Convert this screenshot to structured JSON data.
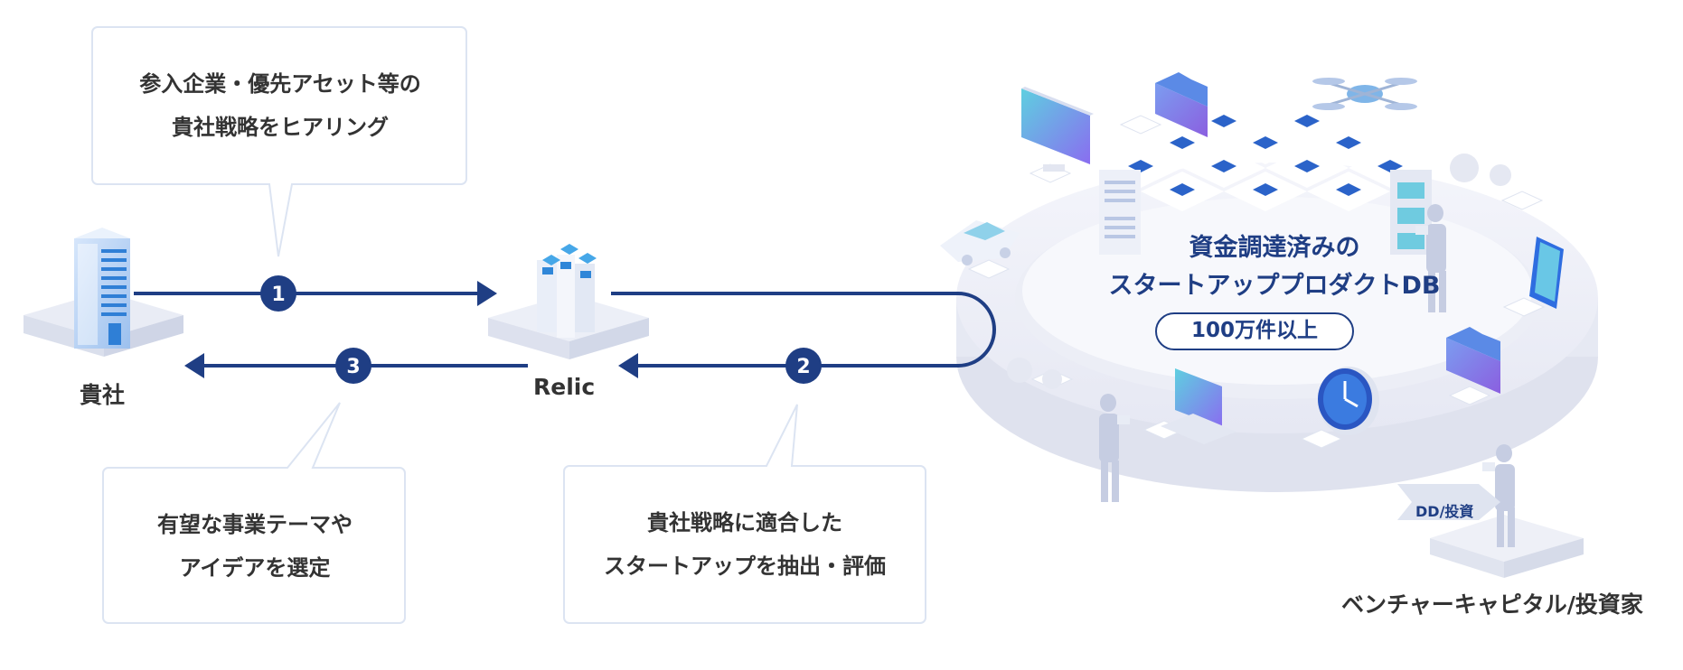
{
  "steps": [
    {
      "number": "1",
      "lines": [
        "参入企業・優先アセット等の",
        "貴社戦略をヒアリング"
      ]
    },
    {
      "number": "2",
      "lines": [
        "貴社戦略に適合した",
        "スタートアップを抽出・評価"
      ]
    },
    {
      "number": "3",
      "lines": [
        "有望な事業テーマや",
        "アイデアを選定"
      ]
    }
  ],
  "nodes": {
    "client": "貴社",
    "relic": "Relic",
    "vc": "ベンチャーキャピタル/投資家"
  },
  "database": {
    "title_lines": [
      "資金調達済みの",
      "スタートアッププロダクトDB"
    ],
    "count_badge": "100万件以上"
  },
  "dd_label": "DD/投資",
  "colors": {
    "accent": "#1f3e84",
    "bubble_border": "#dce4f2",
    "platform": "#eef0f8"
  }
}
